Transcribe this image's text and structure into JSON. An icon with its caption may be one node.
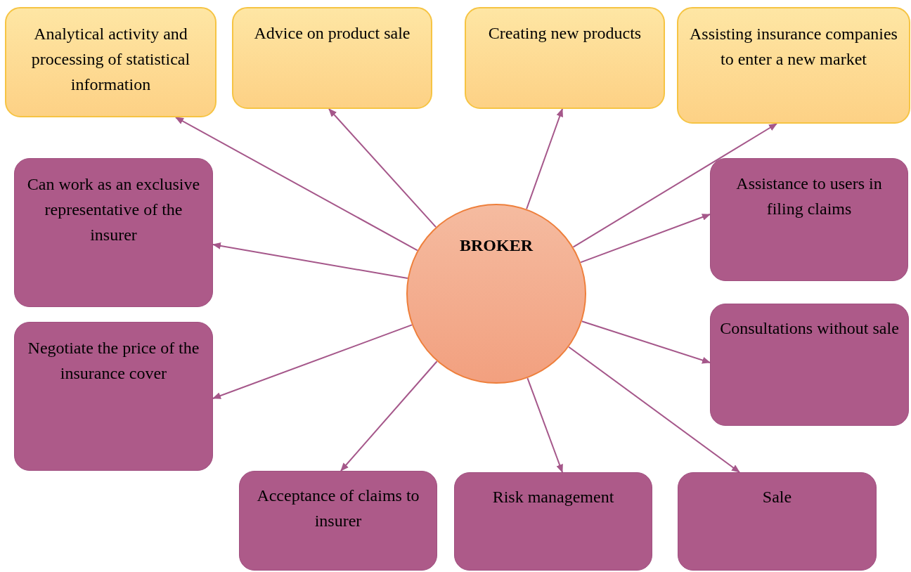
{
  "diagram": {
    "nodes": [
      {
        "text": [
          "BROKER"
        ]
      },
      {
        "text": [
          "Analytical activity and processing of statistical information"
        ]
      },
      {
        "text": [
          "Advice on product sale"
        ]
      },
      {
        "text": [
          "Creating new products"
        ]
      },
      {
        "text": [
          "Assisting insurance companies to enter a new market"
        ]
      },
      {
        "text": [
          "Can work as an exclusive representative of the insurer"
        ]
      },
      {
        "text": [
          "Assistance to users in filing claims"
        ]
      },
      {
        "text": [
          "Negotiate the price of the insurance cover"
        ]
      },
      {
        "text": [
          "Consultations without sale"
        ]
      },
      {
        "text": [
          "Acceptance of claims to insurer"
        ]
      },
      {
        "text": [
          "Risk management"
        ]
      },
      {
        "text": [
          "Sale"
        ]
      }
    ],
    "edges": [
      {
        "from": 0,
        "to": 1,
        "arrow": "to"
      },
      {
        "from": 0,
        "to": 2,
        "arrow": "to"
      },
      {
        "from": 0,
        "to": 3,
        "arrow": "to"
      },
      {
        "from": 0,
        "to": 4,
        "arrow": "to"
      },
      {
        "from": 0,
        "to": 5,
        "arrow": "to"
      },
      {
        "from": 0,
        "to": 6,
        "arrow": "to"
      },
      {
        "from": 0,
        "to": 7,
        "arrow": "to"
      },
      {
        "from": 0,
        "to": 8,
        "arrow": "to"
      },
      {
        "from": 0,
        "to": 9,
        "arrow": "to"
      },
      {
        "from": 0,
        "to": 10,
        "arrow": "to"
      },
      {
        "from": 0,
        "to": 11,
        "arrow": "to"
      }
    ]
  }
}
